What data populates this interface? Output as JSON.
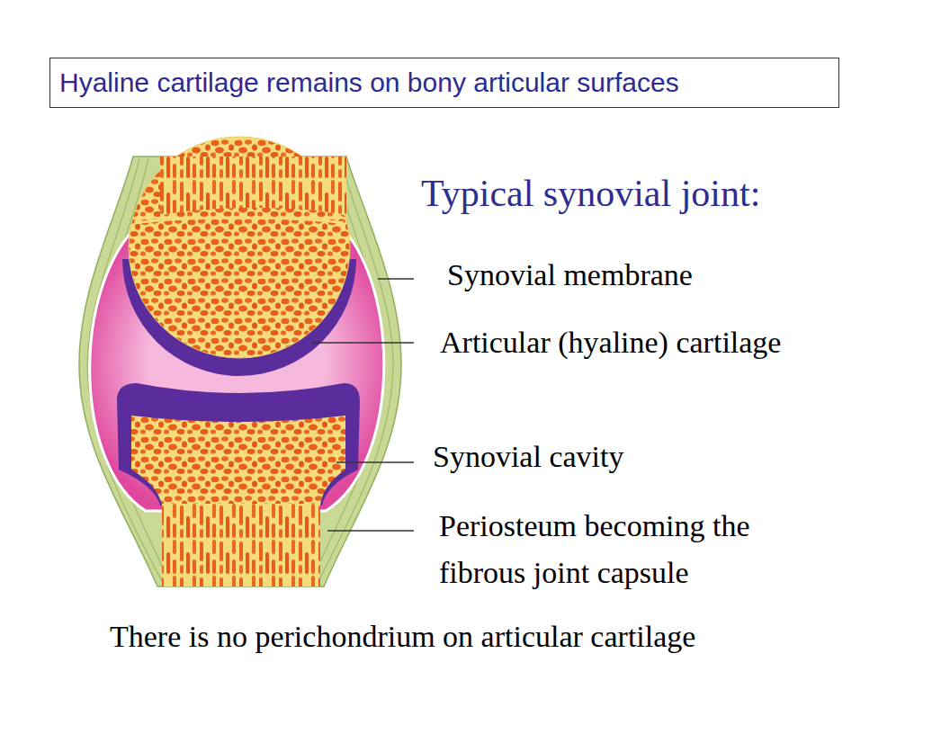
{
  "diagram": {
    "title": "Typical synovial joint:",
    "caption": "There is no perichondrium on articular cartilage",
    "nodes": [
      {
        "text": [
          "Hyaline cartilage remains on bony articular surfaces"
        ]
      }
    ],
    "labels": [
      "Synovial membrane",
      "Articular (hyaline) cartilage",
      "Synovial cavity",
      "Periosteum becoming the fibrous joint capsule"
    ]
  }
}
